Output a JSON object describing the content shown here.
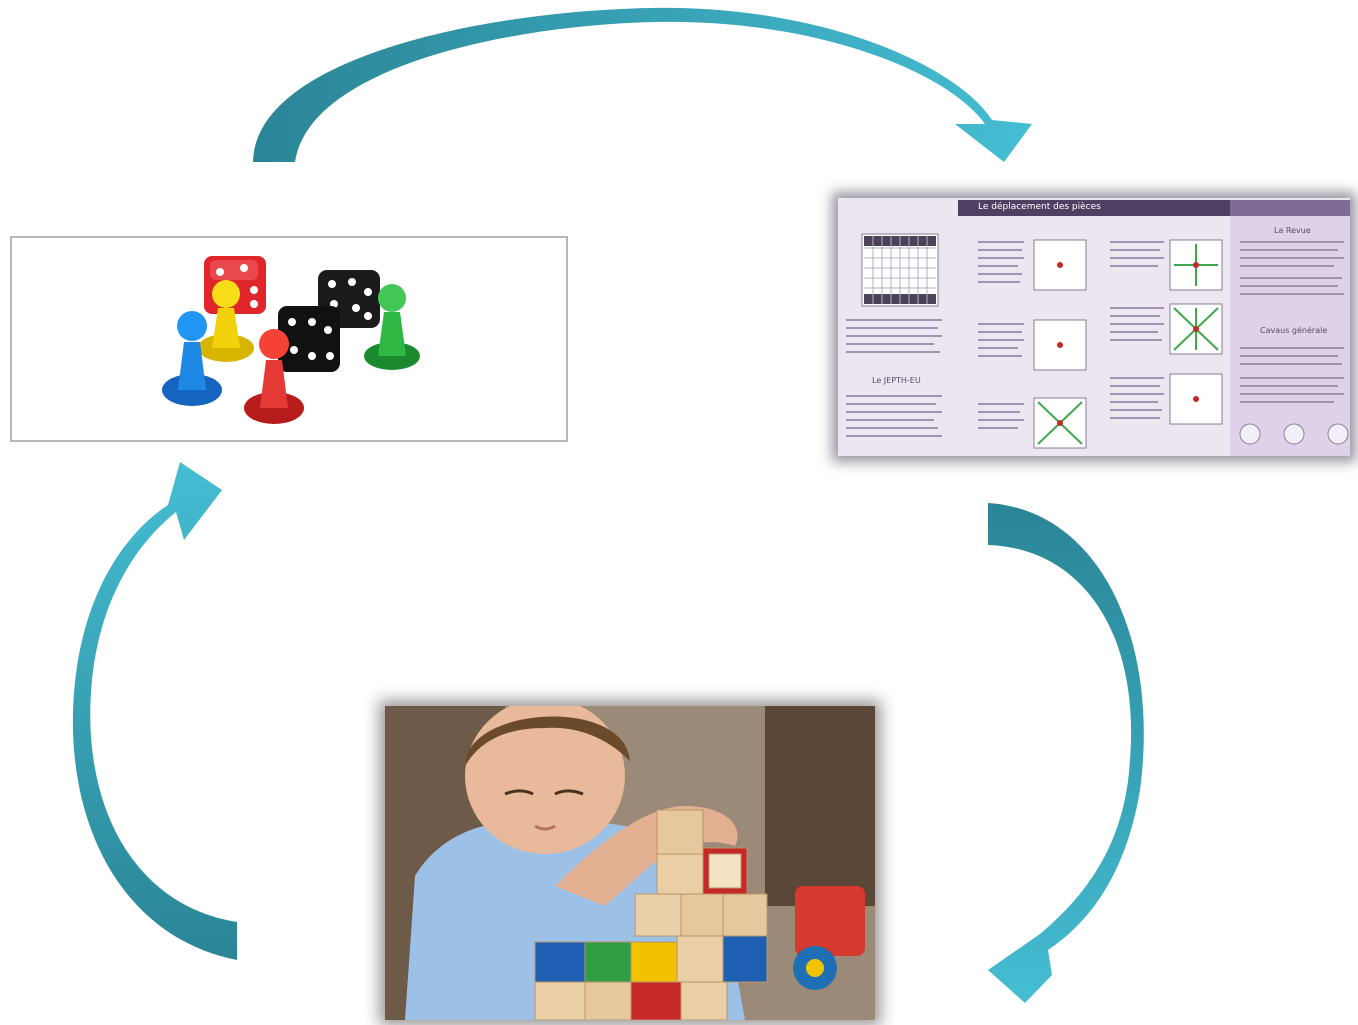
{
  "colors": {
    "arrow_light": "#42b8cf",
    "arrow_dark": "#2a8596",
    "rules_header": "#4f3f63",
    "rules_bg": "#ece6f0"
  },
  "nodes": [
    {
      "id": "games",
      "image": "dice-and-pawns"
    },
    {
      "id": "rules",
      "image": "chess-rules-sheet"
    },
    {
      "id": "child",
      "image": "child-stacking-letter-blocks"
    }
  ],
  "rules_sheet": {
    "header": "Le déplacement des pièces",
    "side_title": "La Revue",
    "section_title": "Cavaus générale",
    "left_title": "Le JEPTH-EU"
  },
  "cycle": [
    "games",
    "rules",
    "child",
    "games"
  ]
}
